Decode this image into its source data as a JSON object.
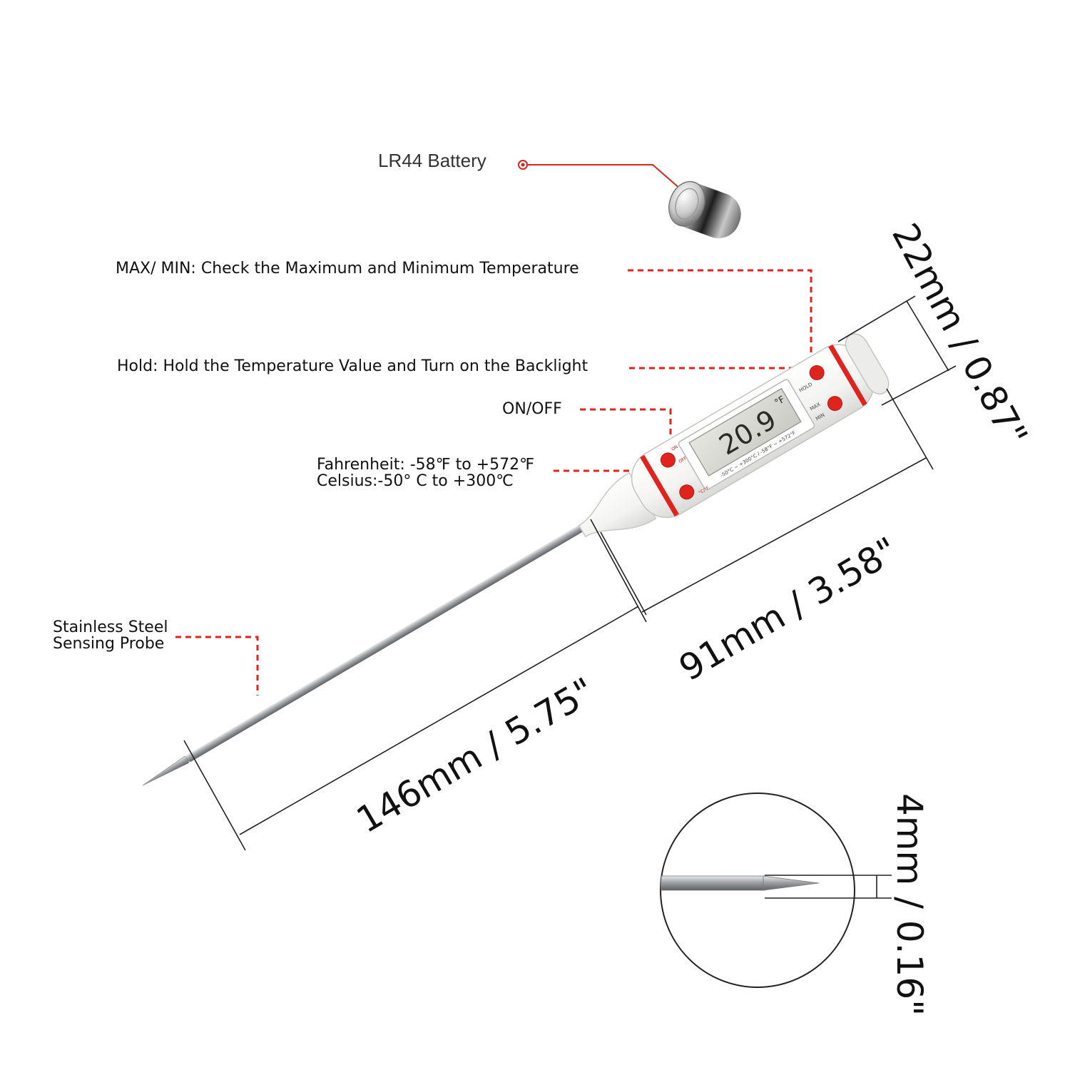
{
  "labels": {
    "battery": "LR44 Battery",
    "maxmin": "MAX/ MIN: Check the Maximum and Minimum Temperature",
    "hold": "Hold: Hold the Temperature Value and Turn on the Backlight",
    "onoff": "ON/OFF",
    "range_f": "Fahrenheit: -58℉ to +572℉",
    "range_c": "Celsius:-50° C to +300℃",
    "probe_line1": "Stainless Steel",
    "probe_line2": "Sensing Probe"
  },
  "dimensions": {
    "width": "22mm / 0.87\"",
    "body_length": "91mm / 3.58\"",
    "probe_length": "146mm / 5.75\"",
    "tip_diameter": "4mm / 0.16\""
  },
  "device": {
    "reading": "20.9",
    "unit": "°F",
    "btn_hold": "HOLD",
    "btn_max": "MAX",
    "btn_min": "MIN",
    "btn_on": "ON",
    "btn_off": "OFF",
    "btn_cf": "°C/°F",
    "range_print": "-50°C ~ +300°C / -58°F ~ +572°F"
  },
  "colors": {
    "accent": "#e0231c",
    "leader": "#d9261c",
    "steel": "#b9bcbf",
    "body": "#f4f4f2"
  }
}
